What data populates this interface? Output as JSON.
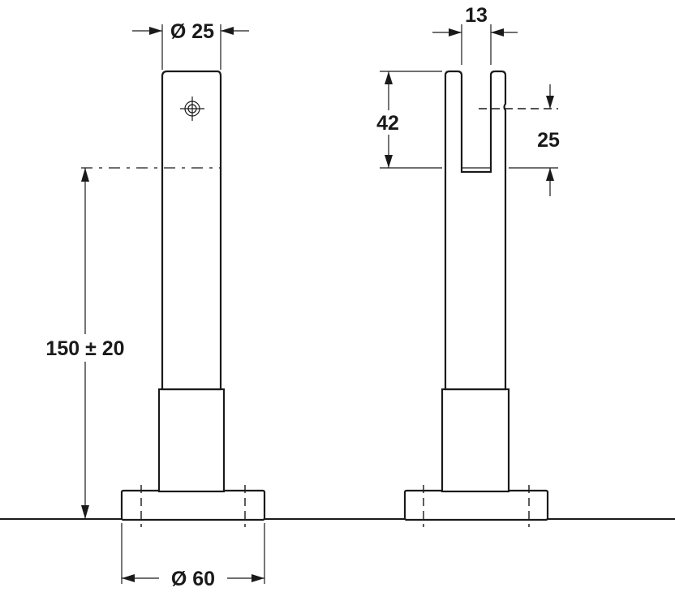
{
  "dimensions": {
    "tube_diameter": "Ø 25",
    "slot_width": "13",
    "slot_depth": "42",
    "slot_offset": "25",
    "height": "150 ± 20",
    "base_diameter": "Ø 60"
  },
  "colors": {
    "line": "#1a1a1a",
    "background": "#ffffff"
  }
}
